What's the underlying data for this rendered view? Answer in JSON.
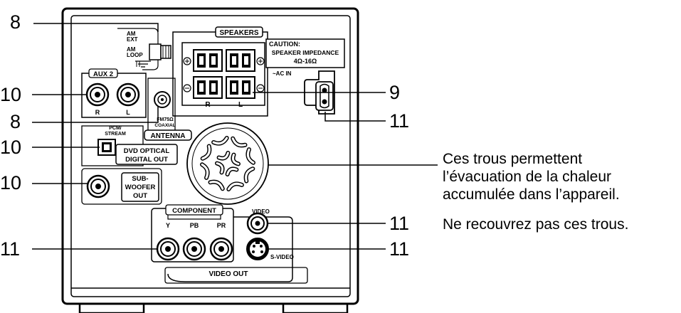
{
  "panel": {
    "am_ext": "AM",
    "am_ext2": "EXT",
    "am_loop": "AM",
    "am_loop2": "LOOP",
    "speakers": "SPEAKERS",
    "caution": "CAUTION:",
    "speaker_impedance": "SPEAKER IMPEDANCE",
    "impedance_range": "4Ω-16Ω",
    "ac_in": "~AC IN",
    "spk_r": "R",
    "spk_l": "L",
    "aux2": "AUX 2",
    "aux_r": "R",
    "aux_l": "L",
    "fm_coaxial": "FM75Ω",
    "fm_coaxial2": "COAXIAL",
    "antenna": "ANTENNA",
    "pcm_stream": "PCM/",
    "pcm_stream2": "STREAM",
    "dvd_optical": "DVD OPTICAL",
    "digital_out": "DIGITAL OUT",
    "subwoofer": "SUB-",
    "subwoofer2": "WOOFER",
    "subwoofer3": "OUT",
    "component": "COMPONENT",
    "comp_y": "Y",
    "comp_pb": "PB",
    "comp_pr": "PR",
    "video": "VIDEO",
    "s_video": "S-VIDEO",
    "video_out": "VIDEO  OUT"
  },
  "callouts": {
    "c8_top": "8",
    "c10_aux": "10",
    "c8_antenna": "8",
    "c10_optical": "10",
    "c10_sub": "10",
    "c11_component": "11",
    "c9_speakers": "9",
    "c11_ac": "11",
    "c11_video": "11",
    "c11_svideo": "11"
  },
  "caption": {
    "line1": "Ces trous permettent",
    "line2": "l’évacuation de la chaleur",
    "line3": "accumulée dans l’appareil.",
    "line4": "Ne recouvrez pas ces trous."
  },
  "colors": {
    "ink": "#000000",
    "background": "#ffffff",
    "panel_fill": "#ffffff",
    "jack_fill": "#e8e8e8"
  }
}
